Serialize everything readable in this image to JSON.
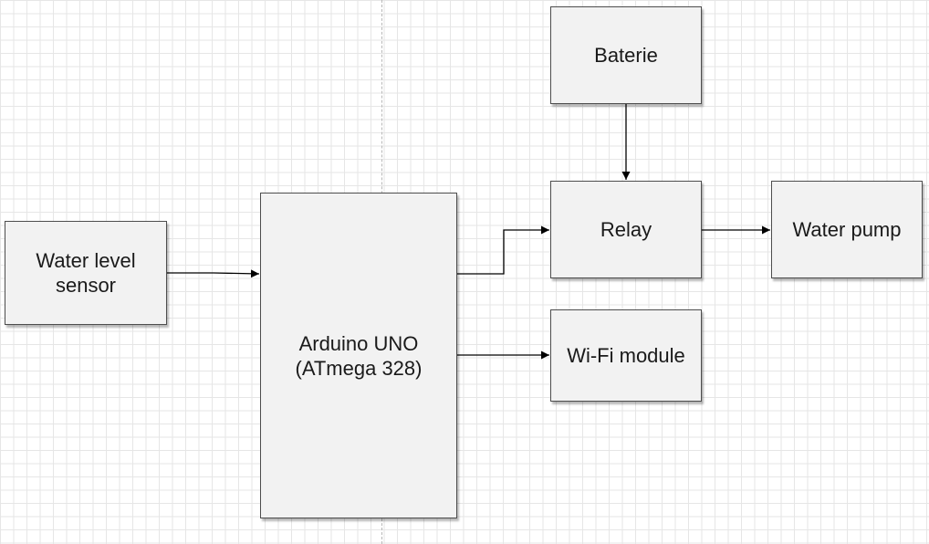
{
  "diagram": {
    "nodes": {
      "sensor": {
        "label": "Water level\nsensor"
      },
      "arduino": {
        "label": "Arduino UNO\n(ATmega 328)"
      },
      "baterie": {
        "label": "Baterie"
      },
      "relay": {
        "label": "Relay"
      },
      "pump": {
        "label": "Water pump"
      },
      "wifi": {
        "label": "Wi-Fi module"
      }
    },
    "edges": [
      {
        "from": "sensor",
        "to": "arduino"
      },
      {
        "from": "arduino",
        "to": "relay"
      },
      {
        "from": "arduino",
        "to": "wifi"
      },
      {
        "from": "baterie",
        "to": "relay"
      },
      {
        "from": "relay",
        "to": "pump"
      }
    ]
  },
  "colors": {
    "block_fill": "#f2f2f2",
    "block_border": "#4d4d4d",
    "connector": "#000000",
    "grid": "#e6e6e6"
  }
}
